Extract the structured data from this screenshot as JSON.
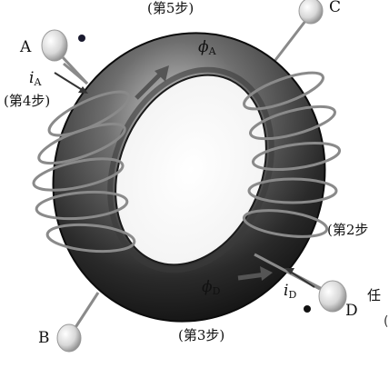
{
  "terminals": {
    "a": "A",
    "b": "B",
    "c": "C",
    "d": "D"
  },
  "steps": {
    "step2": "(第2步",
    "step3": "(第3步)",
    "step4": "(第4步)",
    "step5": "(第5步)"
  },
  "flux": {
    "a_symbol": "ϕ",
    "a_sub": "A",
    "d_symbol": "ϕ",
    "d_sub": "D"
  },
  "currents": {
    "a_symbol": "i",
    "a_sub": "A",
    "d_symbol": "i",
    "d_sub": "D"
  },
  "partial_text": "任",
  "colors": {
    "core_dark": "#2a2a2a",
    "core_mid": "#6e6e6e",
    "core_light": "#bdbdbd",
    "wire": "#8a8a8a",
    "terminal": "#d8d8d8"
  }
}
